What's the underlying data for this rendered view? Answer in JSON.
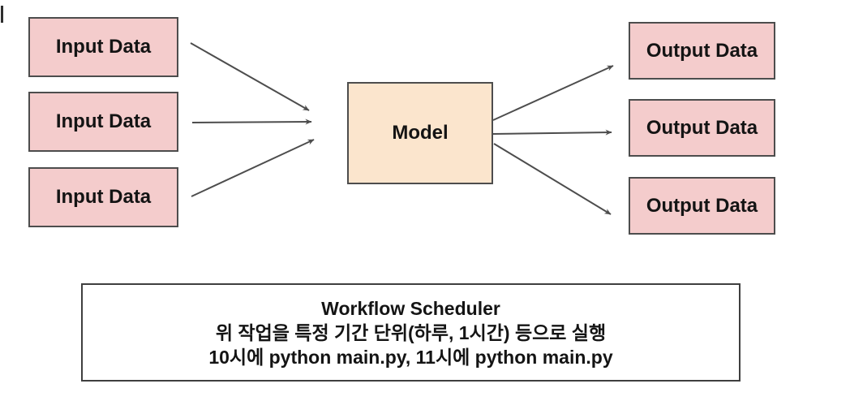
{
  "diagram": {
    "inputs": [
      {
        "label": "Input Data"
      },
      {
        "label": "Input Data"
      },
      {
        "label": "Input Data"
      }
    ],
    "model": {
      "label": "Model"
    },
    "outputs": [
      {
        "label": "Output Data"
      },
      {
        "label": "Output Data"
      },
      {
        "label": "Output Data"
      }
    ],
    "scheduler": {
      "title": "Workflow Scheduler",
      "line2": "위 작업을 특정 기간 단위(하루, 1시간) 등으로 실행",
      "line3": "10시에 python main.py, 11시에 python main.py"
    },
    "colors": {
      "background": "#ffffff",
      "input_output_fill": "#f4cccc",
      "model_fill": "#fbe5cd",
      "box_border": "#4d4d4d",
      "scheduler_border": "#3f3f3f",
      "arrow": "#4d4d4d",
      "text": "#141414"
    }
  }
}
